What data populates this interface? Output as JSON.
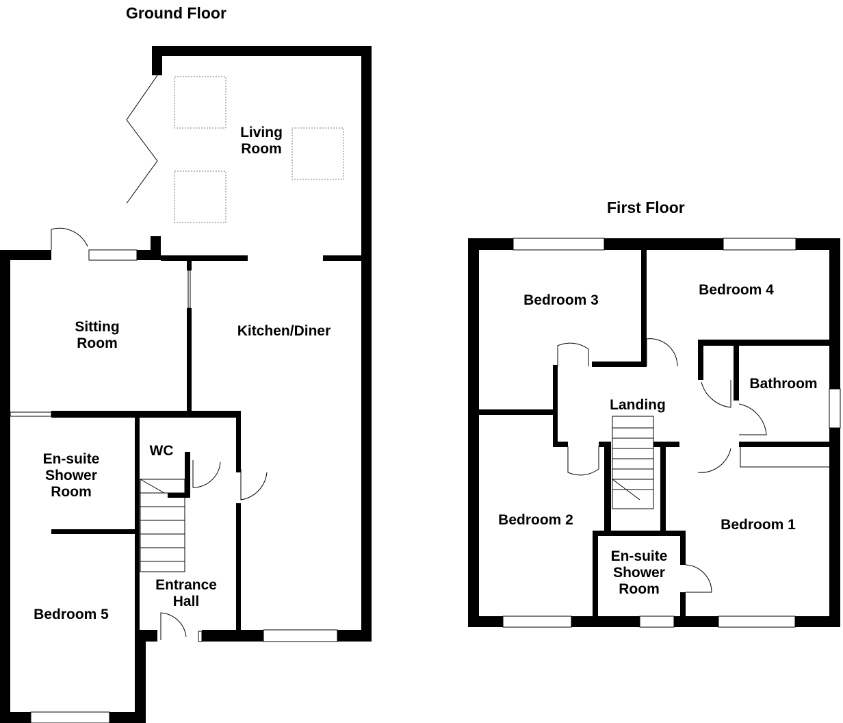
{
  "ground_floor": {
    "title": "Ground Floor",
    "rooms": {
      "living_room": "Living\nRoom",
      "sitting_room": "Sitting\nRoom",
      "kitchen_diner": "Kitchen/Diner",
      "wc": "WC",
      "ensuite": "En-suite\nShower\nRoom",
      "entrance_hall": "Entrance\nHall",
      "bedroom5": "Bedroom 5"
    }
  },
  "first_floor": {
    "title": "First Floor",
    "rooms": {
      "bedroom3": "Bedroom 3",
      "bedroom4": "Bedroom 4",
      "landing": "Landing",
      "bathroom": "Bathroom",
      "bedroom2": "Bedroom 2",
      "bedroom1": "Bedroom 1",
      "ensuite": "En-suite\nShower\nRoom"
    }
  }
}
